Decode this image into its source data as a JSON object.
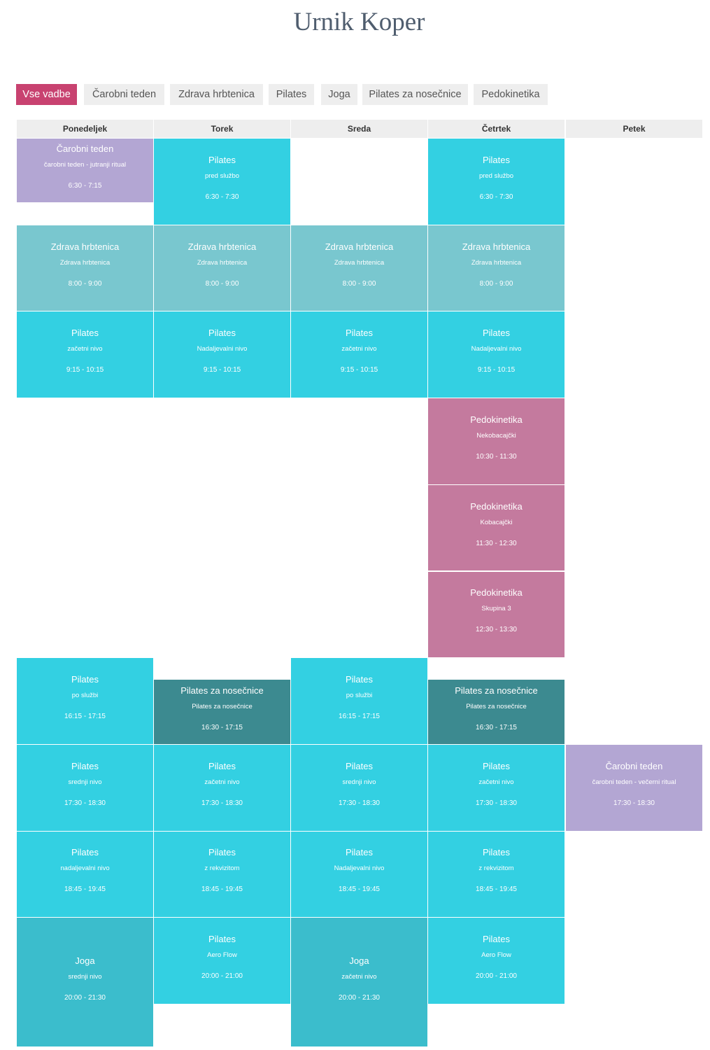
{
  "page": {
    "title": "Urnik Koper"
  },
  "filters": [
    "Vse vadbe",
    "Čarobni teden",
    "Zdrava hrbtenica",
    "Pilates",
    "Joga",
    "Pilates za nosečnice",
    "Pedokinetika"
  ],
  "days": [
    "Ponedeljek",
    "Torek",
    "Sreda",
    "Četrtek",
    "Petek"
  ],
  "colors": {
    "active_filter": "#c84270",
    "filter_bg": "#eeeeee",
    "carobni": "#b3a6d3",
    "pilates": "#33d0e2",
    "zdrava": "#79c7cf",
    "pedokinetika": "#c47a9e",
    "nosecnice": "#3c8a90",
    "joga": "#3bbdcc"
  },
  "events": [
    {
      "day": 0,
      "cat": "carobni",
      "name": "Čarobni teden",
      "sub": "čarobni teden - jutranji ritual",
      "time": "6:30 - 7:15"
    },
    {
      "day": 1,
      "cat": "pilates",
      "name": "Pilates",
      "sub": "pred službo",
      "time": "6:30 - 7:30"
    },
    {
      "day": 3,
      "cat": "pilates",
      "name": "Pilates",
      "sub": "pred službo",
      "time": "6:30 - 7:30"
    },
    {
      "day": 0,
      "cat": "zdrava",
      "name": "Zdrava hrbtenica",
      "sub": "Zdrava hrbtenica",
      "time": "8:00 - 9:00"
    },
    {
      "day": 1,
      "cat": "zdrava",
      "name": "Zdrava hrbtenica",
      "sub": "Zdrava hrbtenica",
      "time": "8:00 - 9:00"
    },
    {
      "day": 2,
      "cat": "zdrava",
      "name": "Zdrava hrbtenica",
      "sub": "Zdrava hrbtenica",
      "time": "8:00 - 9:00"
    },
    {
      "day": 3,
      "cat": "zdrava",
      "name": "Zdrava hrbtenica",
      "sub": "Zdrava hrbtenica",
      "time": "8:00 - 9:00"
    },
    {
      "day": 0,
      "cat": "pilates",
      "name": "Pilates",
      "sub": "začetni nivo",
      "time": "9:15 - 10:15"
    },
    {
      "day": 1,
      "cat": "pilates",
      "name": "Pilates",
      "sub": "Nadaljevalni nivo",
      "time": "9:15 - 10:15"
    },
    {
      "day": 2,
      "cat": "pilates",
      "name": "Pilates",
      "sub": "začetni nivo",
      "time": "9:15 - 10:15"
    },
    {
      "day": 3,
      "cat": "pilates",
      "name": "Pilates",
      "sub": "Nadaljevalni nivo",
      "time": "9:15 - 10:15"
    },
    {
      "day": 3,
      "cat": "pedokinetika",
      "name": "Pedokinetika",
      "sub": "Nekobacajčki",
      "time": "10:30 - 11:30"
    },
    {
      "day": 3,
      "cat": "pedokinetika",
      "name": "Pedokinetika",
      "sub": "Kobacajčki",
      "time": "11:30 - 12:30"
    },
    {
      "day": 3,
      "cat": "pedokinetika",
      "name": "Pedokinetika",
      "sub": "Skupina 3",
      "time": "12:30 - 13:30"
    },
    {
      "day": 0,
      "cat": "pilates",
      "name": "Pilates",
      "sub": "po službi",
      "time": "16:15 - 17:15"
    },
    {
      "day": 1,
      "cat": "nosecnice",
      "name": "Pilates za nosečnice",
      "sub": "Pilates za nosečnice",
      "time": "16:30 - 17:15"
    },
    {
      "day": 2,
      "cat": "pilates",
      "name": "Pilates",
      "sub": "po službi",
      "time": "16:15 - 17:15"
    },
    {
      "day": 3,
      "cat": "nosecnice",
      "name": "Pilates za nosečnice",
      "sub": "Pilates za nosečnice",
      "time": "16:30 - 17:15"
    },
    {
      "day": 0,
      "cat": "pilates",
      "name": "Pilates",
      "sub": "srednji nivo",
      "time": "17:30 - 18:30"
    },
    {
      "day": 1,
      "cat": "pilates",
      "name": "Pilates",
      "sub": "začetni nivo",
      "time": "17:30 - 18:30"
    },
    {
      "day": 2,
      "cat": "pilates",
      "name": "Pilates",
      "sub": "srednji nivo",
      "time": "17:30 - 18:30"
    },
    {
      "day": 3,
      "cat": "pilates",
      "name": "Pilates",
      "sub": "začetni nivo",
      "time": "17:30 - 18:30"
    },
    {
      "day": 4,
      "cat": "carobni",
      "name": "Čarobni teden",
      "sub": "čarobni teden - večerni ritual",
      "time": "17:30 - 18:30"
    },
    {
      "day": 0,
      "cat": "pilates",
      "name": "Pilates",
      "sub": "nadaljevalni nivo",
      "time": "18:45 - 19:45"
    },
    {
      "day": 1,
      "cat": "pilates",
      "name": "Pilates",
      "sub": "z rekvizitom",
      "time": "18:45 - 19:45"
    },
    {
      "day": 2,
      "cat": "pilates",
      "name": "Pilates",
      "sub": "Nadaljevalni nivo",
      "time": "18:45 - 19:45"
    },
    {
      "day": 3,
      "cat": "pilates",
      "name": "Pilates",
      "sub": "z rekvizitom",
      "time": "18:45 - 19:45"
    },
    {
      "day": 0,
      "cat": "joga",
      "name": "Joga",
      "sub": "srednji nivo",
      "time": "20:00 - 21:30"
    },
    {
      "day": 1,
      "cat": "pilates",
      "name": "Pilates",
      "sub": "Aero Flow",
      "time": "20:00 - 21:00"
    },
    {
      "day": 2,
      "cat": "joga",
      "name": "Joga",
      "sub": "začetni nivo",
      "time": "20:00 - 21:30"
    },
    {
      "day": 3,
      "cat": "pilates",
      "name": "Pilates",
      "sub": "Aero Flow",
      "time": "20:00 - 21:00"
    }
  ]
}
